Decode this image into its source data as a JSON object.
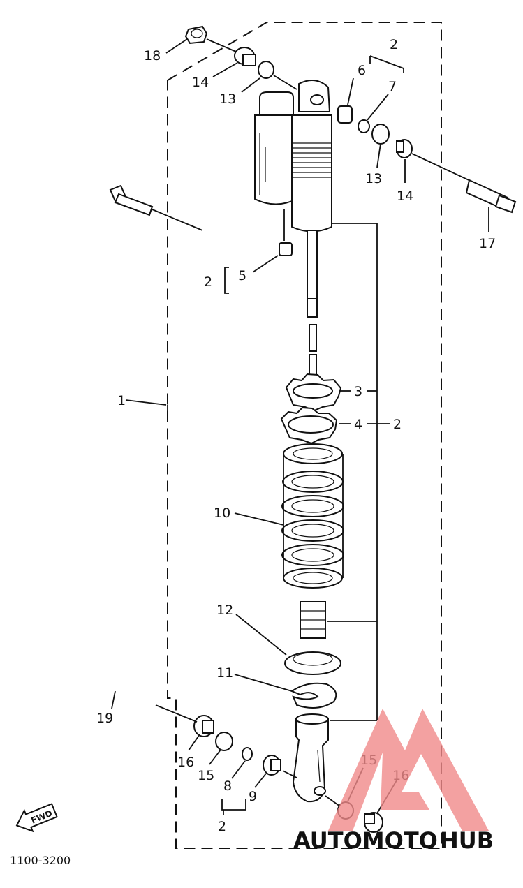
{
  "diagram": {
    "part_code": "1100-3200",
    "fwd_label": "FWD",
    "watermark": {
      "word_a": "AUTOMOTO",
      "word_b": "HUB",
      "color_a": "#F6B98A",
      "color_b": "#B9B9B9",
      "triangle_color": "#F08A8A"
    },
    "labels": {
      "l1": "1",
      "l2_top": "2",
      "l2_a": "2",
      "l2_b": "2",
      "l2_c": "2",
      "l3": "3",
      "l4": "4",
      "l5": "5",
      "l6": "6",
      "l7": "7",
      "l8": "8",
      "l9": "9",
      "l10": "10",
      "l11": "11",
      "l12": "12",
      "l13_a": "13",
      "l13_b": "13",
      "l14_a": "14",
      "l14_b": "14",
      "l15_a": "15",
      "l15_b": "15",
      "l16_a": "16",
      "l16_b": "16",
      "l17": "17",
      "l18": "18",
      "l19": "19"
    }
  }
}
